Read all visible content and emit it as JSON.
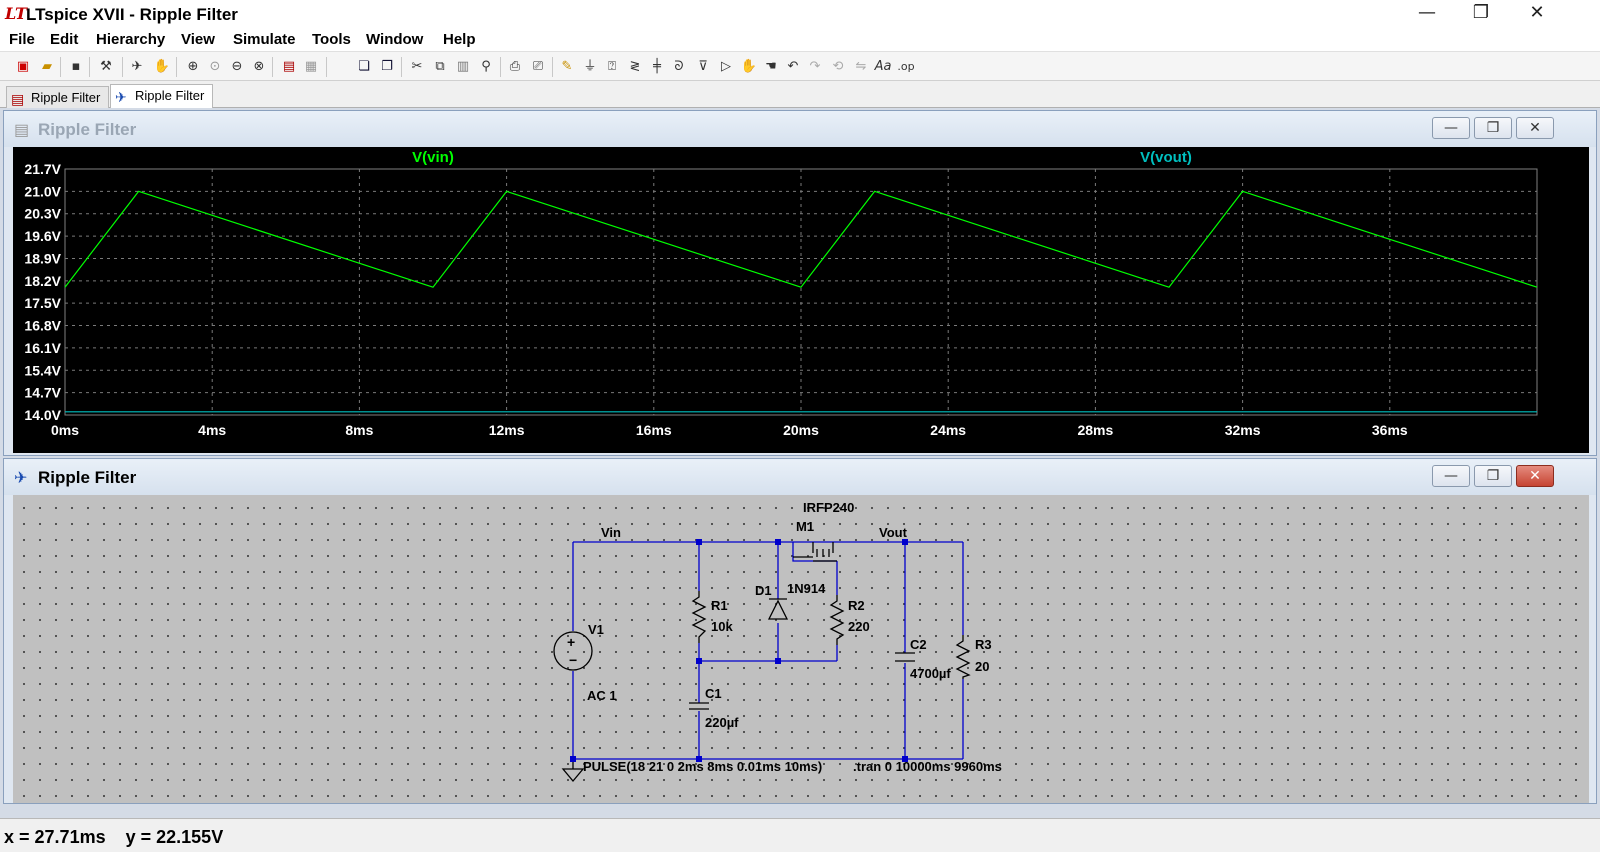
{
  "app": {
    "title": "LTspice XVII - Ripple Filter",
    "icon_glyph": "LT"
  },
  "window_controls": {
    "minimize": "—",
    "maximize": "❐",
    "close": "✕"
  },
  "menu": [
    "File",
    "Edit",
    "Hierarchy",
    "View",
    "Simulate",
    "Tools",
    "Window",
    "Help"
  ],
  "toolbar_icons": [
    "new-schematic-icon",
    "open-icon",
    "save-icon",
    "control-panel-icon",
    "run-icon",
    "halt-icon",
    "zoom-in-icon",
    "zoom-area-icon",
    "zoom-out-icon",
    "zoom-cancel-icon",
    "autorange-icon",
    "grid-icon",
    "tile-windows-icon",
    "cascade-windows-icon",
    "cut-icon",
    "copy-icon",
    "paste-icon",
    "find-icon",
    "print-icon",
    "print-preview-icon",
    "wire-icon",
    "ground-icon",
    "label-net-icon",
    "resistor-icon",
    "capacitor-icon",
    "inductor-icon",
    "diode-icon",
    "component-icon",
    "move-icon",
    "drag-icon",
    "undo-icon",
    "redo-icon",
    "rotate-icon",
    "mirror-icon",
    "text-icon",
    "spice-directive-icon"
  ],
  "tabs": [
    {
      "label": "Ripple Filter",
      "icon": "waveform-icon",
      "active": false
    },
    {
      "label": "Ripple Filter",
      "icon": "schematic-icon",
      "active": true
    }
  ],
  "waveform_window": {
    "title": "Ripple Filter",
    "controls": {
      "minimize": "—",
      "restore": "❐",
      "close": "✕"
    }
  },
  "schematic_window": {
    "title": "Ripple Filter",
    "controls": {
      "minimize": "—",
      "restore": "❐",
      "close": "✕"
    },
    "labels": {
      "net_vin": "Vin",
      "net_vout": "Vout",
      "m1_model": "IRFP240",
      "m1_name": "M1",
      "d1_name": "D1",
      "d1_model": "1N914",
      "r1_name": "R1",
      "r1_value": "10k",
      "r2_name": "R2",
      "r2_value": "220",
      "r3_name": "R3",
      "r3_value": "20",
      "c1_name": "C1",
      "c1_value": "220µf",
      "c2_name": "C2",
      "c2_value": "4700µf",
      "v1_name": "V1",
      "v1_ac": "AC 1",
      "v1_pulse": "PULSE(18 21 0 2ms 8ms 0.01ms 10ms)",
      "directive": ".tran 0 10000ms 9960ms"
    }
  },
  "chart_data": {
    "type": "line",
    "title": "",
    "xlabel": "",
    "ylabel": "",
    "xlim": [
      0,
      40
    ],
    "ylim": [
      14.0,
      21.7
    ],
    "x_ticks": [
      "0ms",
      "4ms",
      "8ms",
      "12ms",
      "16ms",
      "20ms",
      "24ms",
      "28ms",
      "32ms",
      "36ms"
    ],
    "x_tick_values": [
      0,
      4,
      8,
      12,
      16,
      20,
      24,
      28,
      32,
      36
    ],
    "y_ticks": [
      "21.7V",
      "21.0V",
      "20.3V",
      "19.6V",
      "18.9V",
      "18.2V",
      "17.5V",
      "16.8V",
      "16.1V",
      "15.4V",
      "14.7V",
      "14.0V"
    ],
    "y_tick_values": [
      21.7,
      21.0,
      20.3,
      19.6,
      18.9,
      18.2,
      17.5,
      16.8,
      16.1,
      15.4,
      14.7,
      14.0
    ],
    "grid": true,
    "legend": "top",
    "series": [
      {
        "name": "V(vin)",
        "color": "#00ff00",
        "x": [
          0,
          2,
          10,
          12,
          20,
          22,
          30,
          32,
          40
        ],
        "values": [
          18.0,
          21.0,
          18.0,
          21.0,
          18.0,
          21.0,
          18.0,
          21.0,
          18.0
        ]
      },
      {
        "name": "V(vout)",
        "color": "#00bfbf",
        "x": [
          0,
          40
        ],
        "values": [
          14.1,
          14.1
        ]
      }
    ]
  },
  "status": {
    "x_label": "x = ",
    "x_value": "27.71ms",
    "y_label": "y = ",
    "y_value": "22.155V"
  }
}
